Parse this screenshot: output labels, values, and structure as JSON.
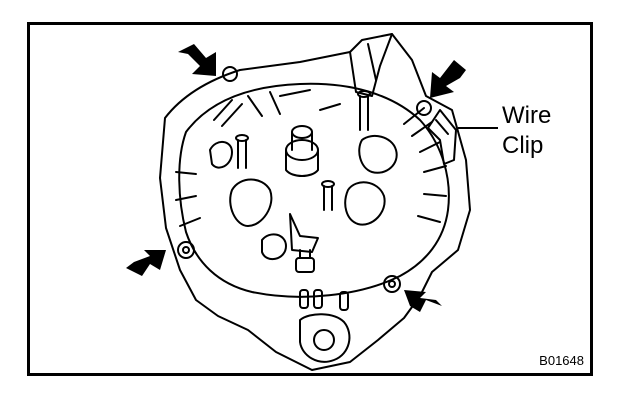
{
  "figure": {
    "callout_line1": "Wire",
    "callout_line2": "Clip",
    "figure_code": "B01648"
  },
  "colors": {
    "ink": "#000000",
    "paper": "#ffffff"
  },
  "icons": [
    "arrow-icon"
  ]
}
